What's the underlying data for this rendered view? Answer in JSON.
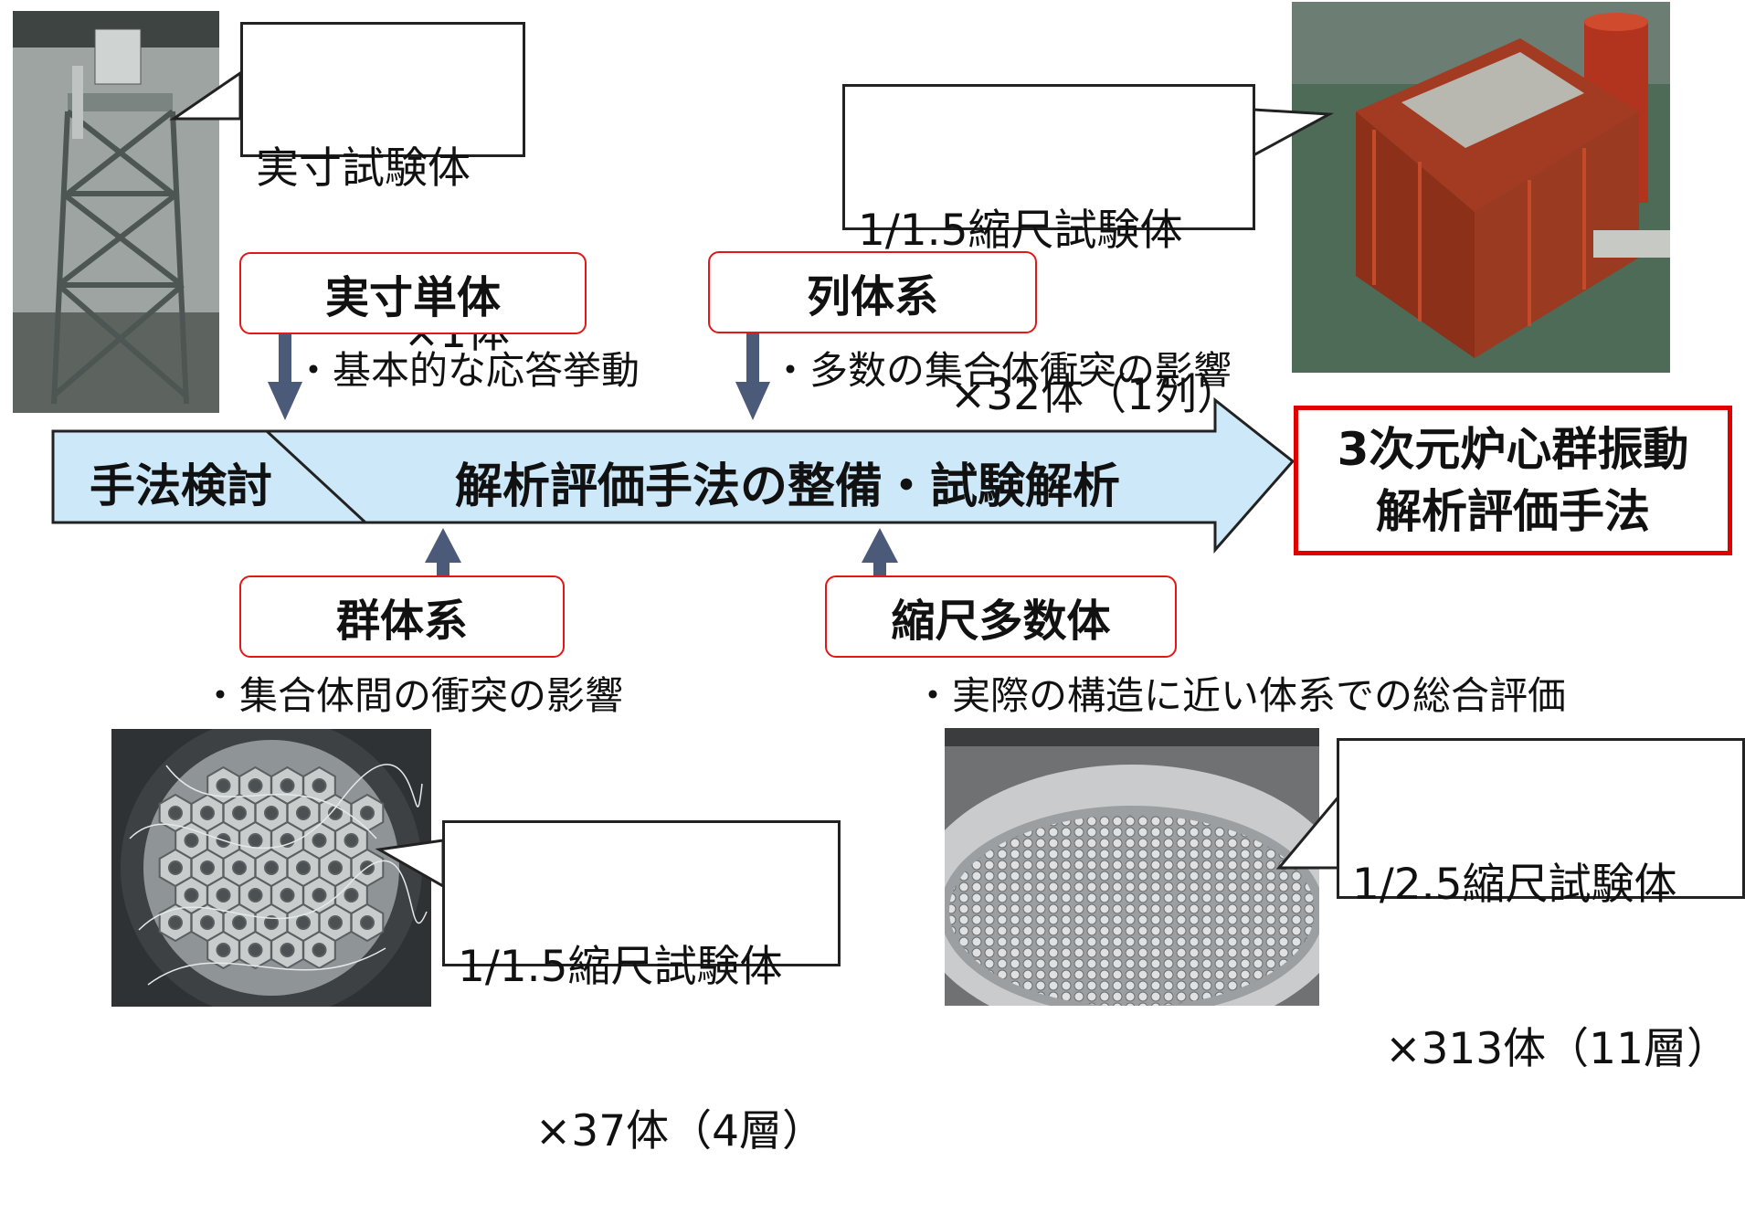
{
  "callouts": {
    "full_size": {
      "line1": "実寸試験体",
      "line2": "×1体"
    },
    "row_scale": {
      "line1": "1/1.5縮尺試験体",
      "line2": "×32体（1列）"
    },
    "group_scale": {
      "line1": "1/1.5縮尺試験体",
      "line2": "×37体（4層）"
    },
    "multi_scale": {
      "line1": "1/2.5縮尺試験体",
      "line2": "×313体（11層）"
    }
  },
  "tags": {
    "full_single": "実寸単体",
    "row_system": "列体系",
    "group_system": "群体系",
    "scaled_multi": "縮尺多数体"
  },
  "notes": {
    "full_single": "・基本的な応答挙動",
    "row_system": "・多数の集合体衝突の影響",
    "group_system": "・集合体間の衝突の影響",
    "scaled_multi": "・実際の構造に近い体系での総合評価"
  },
  "arrow": {
    "stage1": "手法検討",
    "stage2": "解析評価手法の整備・試験解析"
  },
  "result": {
    "line1": "3次元炉心群振動",
    "line2": "解析評価手法"
  },
  "colors": {
    "arrow_fill": "#cde9f9",
    "tag_border": "#e01818",
    "result_border": "#e00000",
    "connector": "#4a5a78"
  }
}
